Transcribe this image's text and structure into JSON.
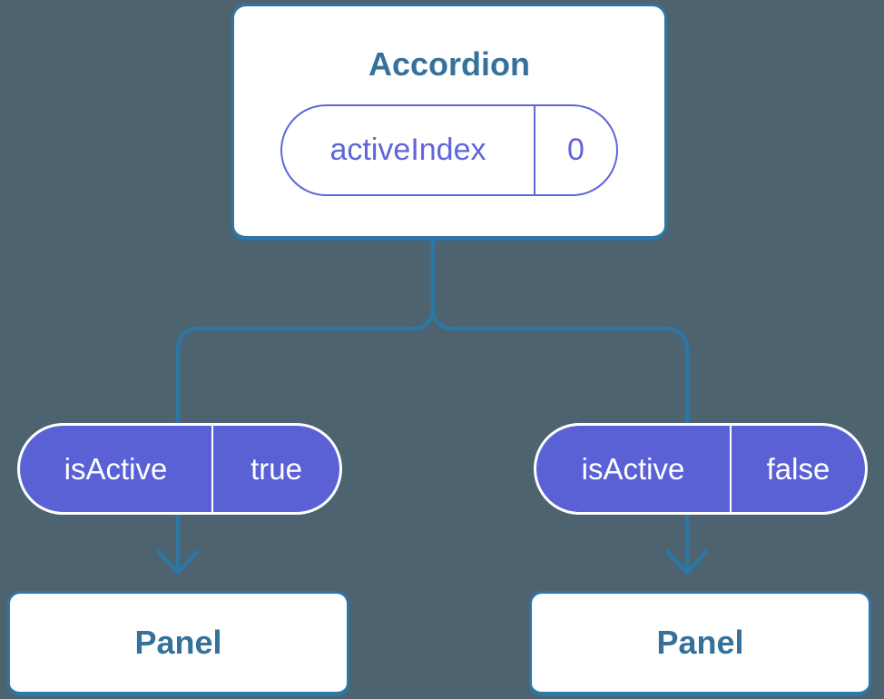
{
  "colors": {
    "background": "#4D6470",
    "connector_blue": "#2E76A4",
    "card_background": "#FFFFFF",
    "card_border_blue": "#2E76A4",
    "heading_text_blue": "#35719A",
    "prop_outline_purple": "#6065D8",
    "prop_filled_purple": "#5A61D5",
    "prop_filled_text": "#FFFFFF"
  },
  "root": {
    "title": "Accordion",
    "prop": {
      "name": "activeIndex",
      "value": "0"
    }
  },
  "children": [
    {
      "prop": {
        "name": "isActive",
        "value": "true"
      },
      "label": "Panel"
    },
    {
      "prop": {
        "name": "isActive",
        "value": "false"
      },
      "label": "Panel"
    }
  ]
}
